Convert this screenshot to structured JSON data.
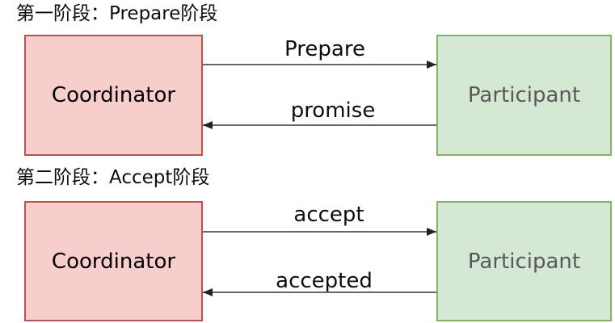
{
  "diagram": {
    "title_context": "two-phase commit message flow",
    "phases": [
      {
        "title": "第一阶段：Prepare阶段",
        "left_box": "Coordinator",
        "right_box": "Participant",
        "forward_message": "Prepare",
        "reply_message": "promise"
      },
      {
        "title": "第二阶段：Accept阶段",
        "left_box": "Coordinator",
        "right_box": "Participant",
        "forward_message": "accept",
        "reply_message": "accepted"
      }
    ],
    "colors": {
      "coordinator_fill": "#f8cecc",
      "coordinator_border": "#b85450",
      "coordinator_text": "#000000",
      "participant_fill": "#d5e8d4",
      "participant_border": "#82b366",
      "participant_text": "#595959",
      "arrow_line": "#676767",
      "arrow_head": "#222222"
    }
  }
}
